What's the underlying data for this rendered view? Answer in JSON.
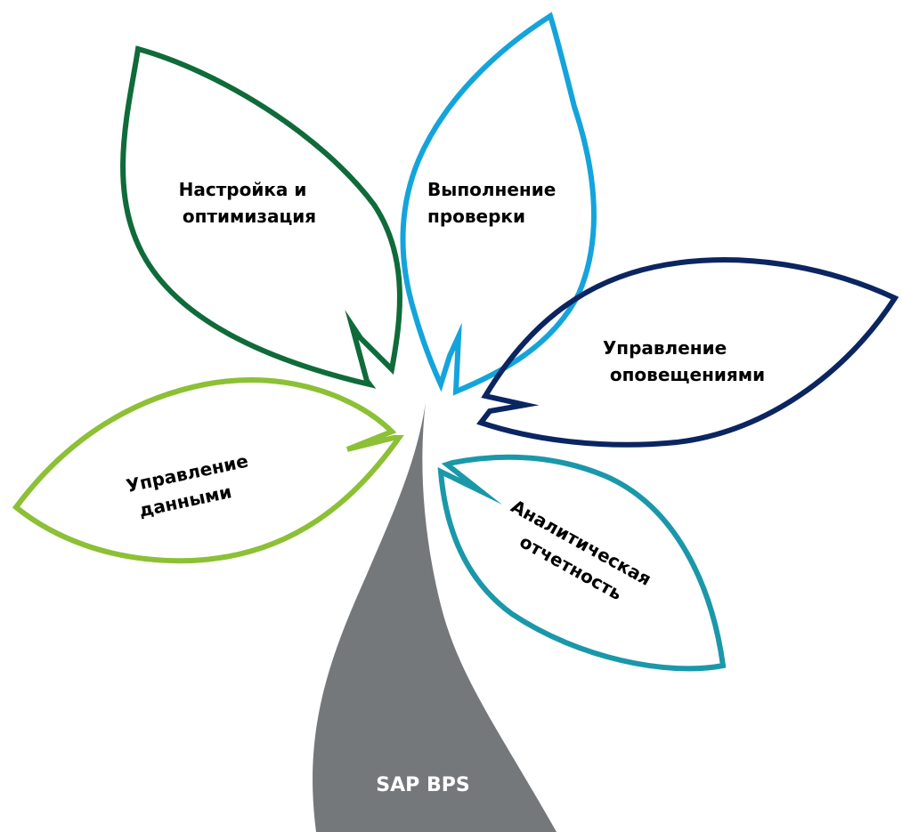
{
  "stem": {
    "label": "SAP BPS",
    "color": "#75787b"
  },
  "leaves": [
    {
      "id": "setup",
      "line1": "Настройка и",
      "line2": "оптимизация",
      "color": "#0f6b3a"
    },
    {
      "id": "checks",
      "line1": "Выполнение",
      "line2": "проверки",
      "color": "#14a4dc"
    },
    {
      "id": "alerts",
      "line1": "Управление",
      "line2": "оповещениями",
      "color": "#0b2561"
    },
    {
      "id": "reporting",
      "line1": "Аналитическая",
      "line2": "отчетность",
      "color": "#1a98aa"
    },
    {
      "id": "data",
      "line1": "Управление",
      "line2": "данными",
      "color": "#8cc035"
    }
  ]
}
